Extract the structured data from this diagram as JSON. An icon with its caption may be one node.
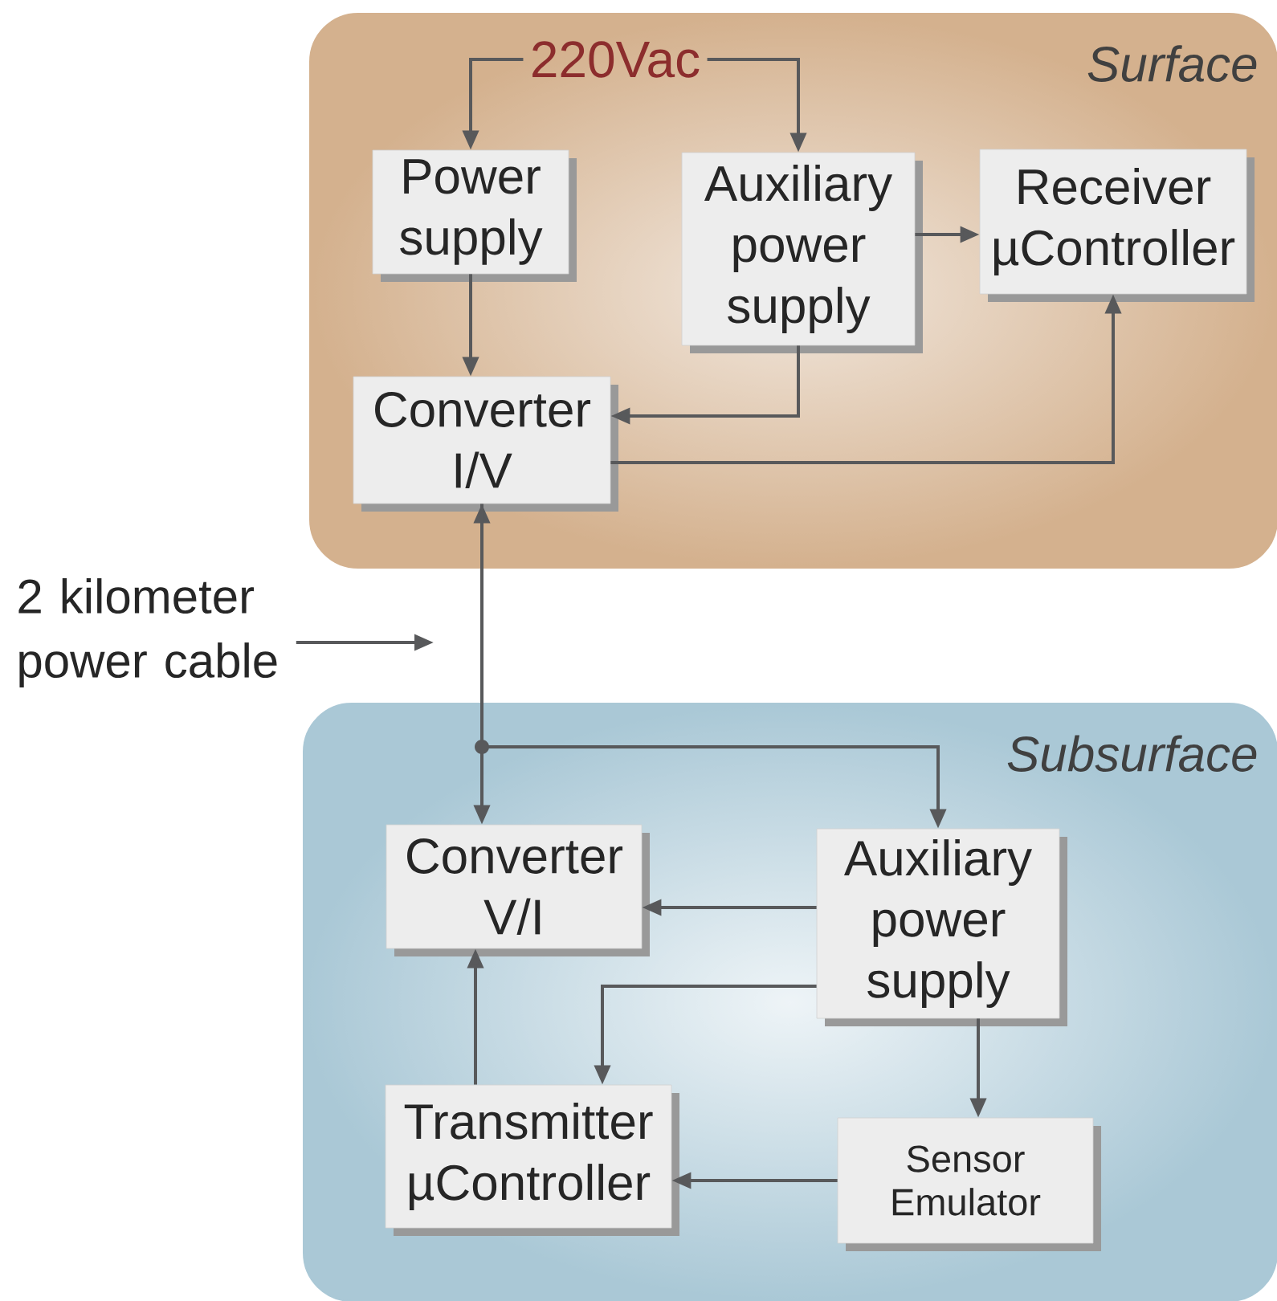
{
  "diagram": {
    "nodes": [
      {
        "text": [
          "Surface"
        ]
      },
      {
        "text": [
          "220Vac"
        ],
        "in": 0
      },
      {
        "text": [
          "Power supply"
        ],
        "in": 0
      },
      {
        "text": [
          "Auxiliary power supply"
        ],
        "in": 0
      },
      {
        "text": [
          "Receiver µController"
        ],
        "in": 0
      },
      {
        "text": [
          "Converter I/V"
        ],
        "in": 0
      },
      {
        "text": [
          "Subsurface"
        ]
      },
      {
        "text": [
          "Converter V/I"
        ],
        "in": 6
      },
      {
        "text": [
          "Auxiliary power supply"
        ],
        "in": 6
      },
      {
        "text": [
          "Transmitter µController"
        ],
        "in": 6
      },
      {
        "text": [
          "Sensor Emulator"
        ],
        "in": 6
      },
      {
        "text": [
          "2 kilometer power cable"
        ]
      }
    ],
    "edges": [
      {
        "from": 1,
        "to": 2,
        "arrow": "to"
      },
      {
        "from": 1,
        "to": 3,
        "arrow": "to"
      },
      {
        "from": 2,
        "to": 5,
        "arrow": "to"
      },
      {
        "from": 3,
        "to": 4,
        "arrow": "to"
      },
      {
        "from": 3,
        "to": 5,
        "arrow": "to"
      },
      {
        "from": 5,
        "to": 4,
        "arrow": "to"
      },
      {
        "from": 5,
        "to": 7,
        "arrow": "both"
      },
      {
        "from": 5,
        "to": 8,
        "arrow": "to"
      },
      {
        "from": 8,
        "to": 7,
        "arrow": "to"
      },
      {
        "from": 8,
        "to": 9,
        "arrow": "to"
      },
      {
        "from": 8,
        "to": 10,
        "arrow": "to"
      },
      {
        "from": 10,
        "to": 9,
        "arrow": "to"
      },
      {
        "from": 9,
        "to": 7,
        "arrow": "to"
      },
      {
        "from": 11,
        "to": null,
        "arrow": "to"
      }
    ]
  }
}
